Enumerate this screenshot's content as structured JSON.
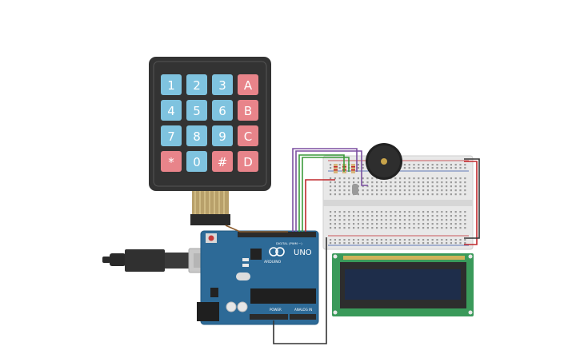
{
  "keypad": {
    "keys": [
      [
        "1",
        "2",
        "3",
        "A"
      ],
      [
        "4",
        "5",
        "6",
        "B"
      ],
      [
        "7",
        "8",
        "9",
        "C"
      ],
      [
        "*",
        "0",
        "#",
        "D"
      ]
    ],
    "colors": {
      "digit": "#7fc3df",
      "letter": "#e8848a",
      "body": "#333333"
    }
  },
  "arduino": {
    "model": "UNO",
    "brand": "ARDUINO",
    "digital_label": "DIGITAL (PWM ~)",
    "power_label": "POWER",
    "analog_label": "ANALOG IN",
    "color": "#2d6a97"
  },
  "wires": {
    "purple": "#7b4fa0",
    "green": "#3b9a3b",
    "red": "#c0282d",
    "black": "#333333",
    "brown": "#8a5a2b"
  },
  "lcd": {
    "pcb_color": "#3a9a5a",
    "screen_color": "#1e2d4a"
  }
}
